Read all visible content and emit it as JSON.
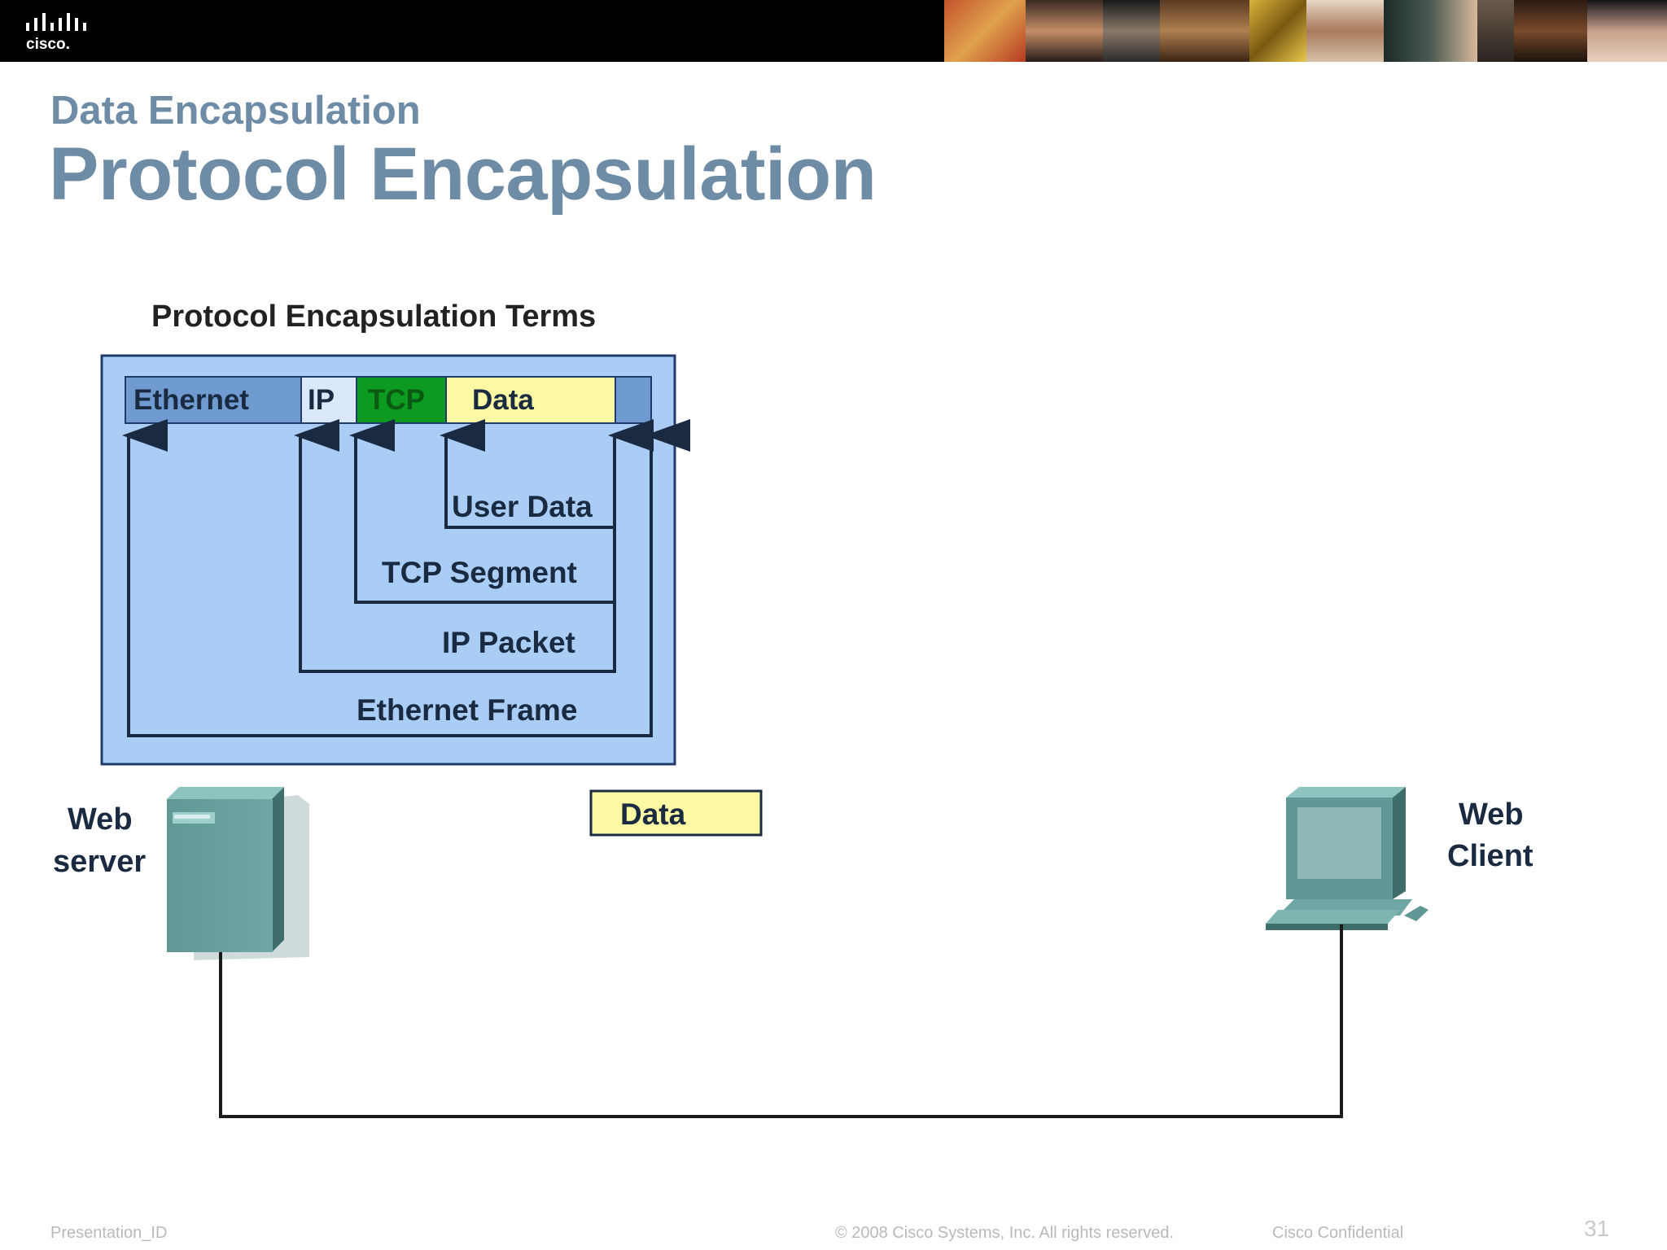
{
  "header": {
    "logo_text": "cisco."
  },
  "slide": {
    "subtitle": "Data Encapsulation",
    "title": "Protocol Encapsulation"
  },
  "diagram": {
    "terms_title": "Protocol Encapsulation Terms",
    "frame_fields": {
      "ethernet": "Ethernet",
      "ip": "IP",
      "tcp": "TCP",
      "data": "Data"
    },
    "terms": {
      "user_data": "User Data",
      "tcp_segment": "TCP Segment",
      "ip_packet": "IP Packet",
      "ethernet_frame": "Ethernet Frame"
    },
    "web_server_label": [
      "Web",
      "server"
    ],
    "web_client_label": [
      "Web",
      "Client"
    ],
    "data_box_label": "Data",
    "colors": {
      "panel": "#a9cdf5",
      "ethernet": "#6f9bd0",
      "ip": "#dbe8fb",
      "tcp": "#0c9a20",
      "data": "#fbf9a3",
      "device": "#5f9894"
    }
  },
  "footer": {
    "presentation_id": "Presentation_ID",
    "copyright": "© 2008 Cisco Systems, Inc. All rights reserved.",
    "confidential": "Cisco Confidential",
    "page_number": "31"
  }
}
